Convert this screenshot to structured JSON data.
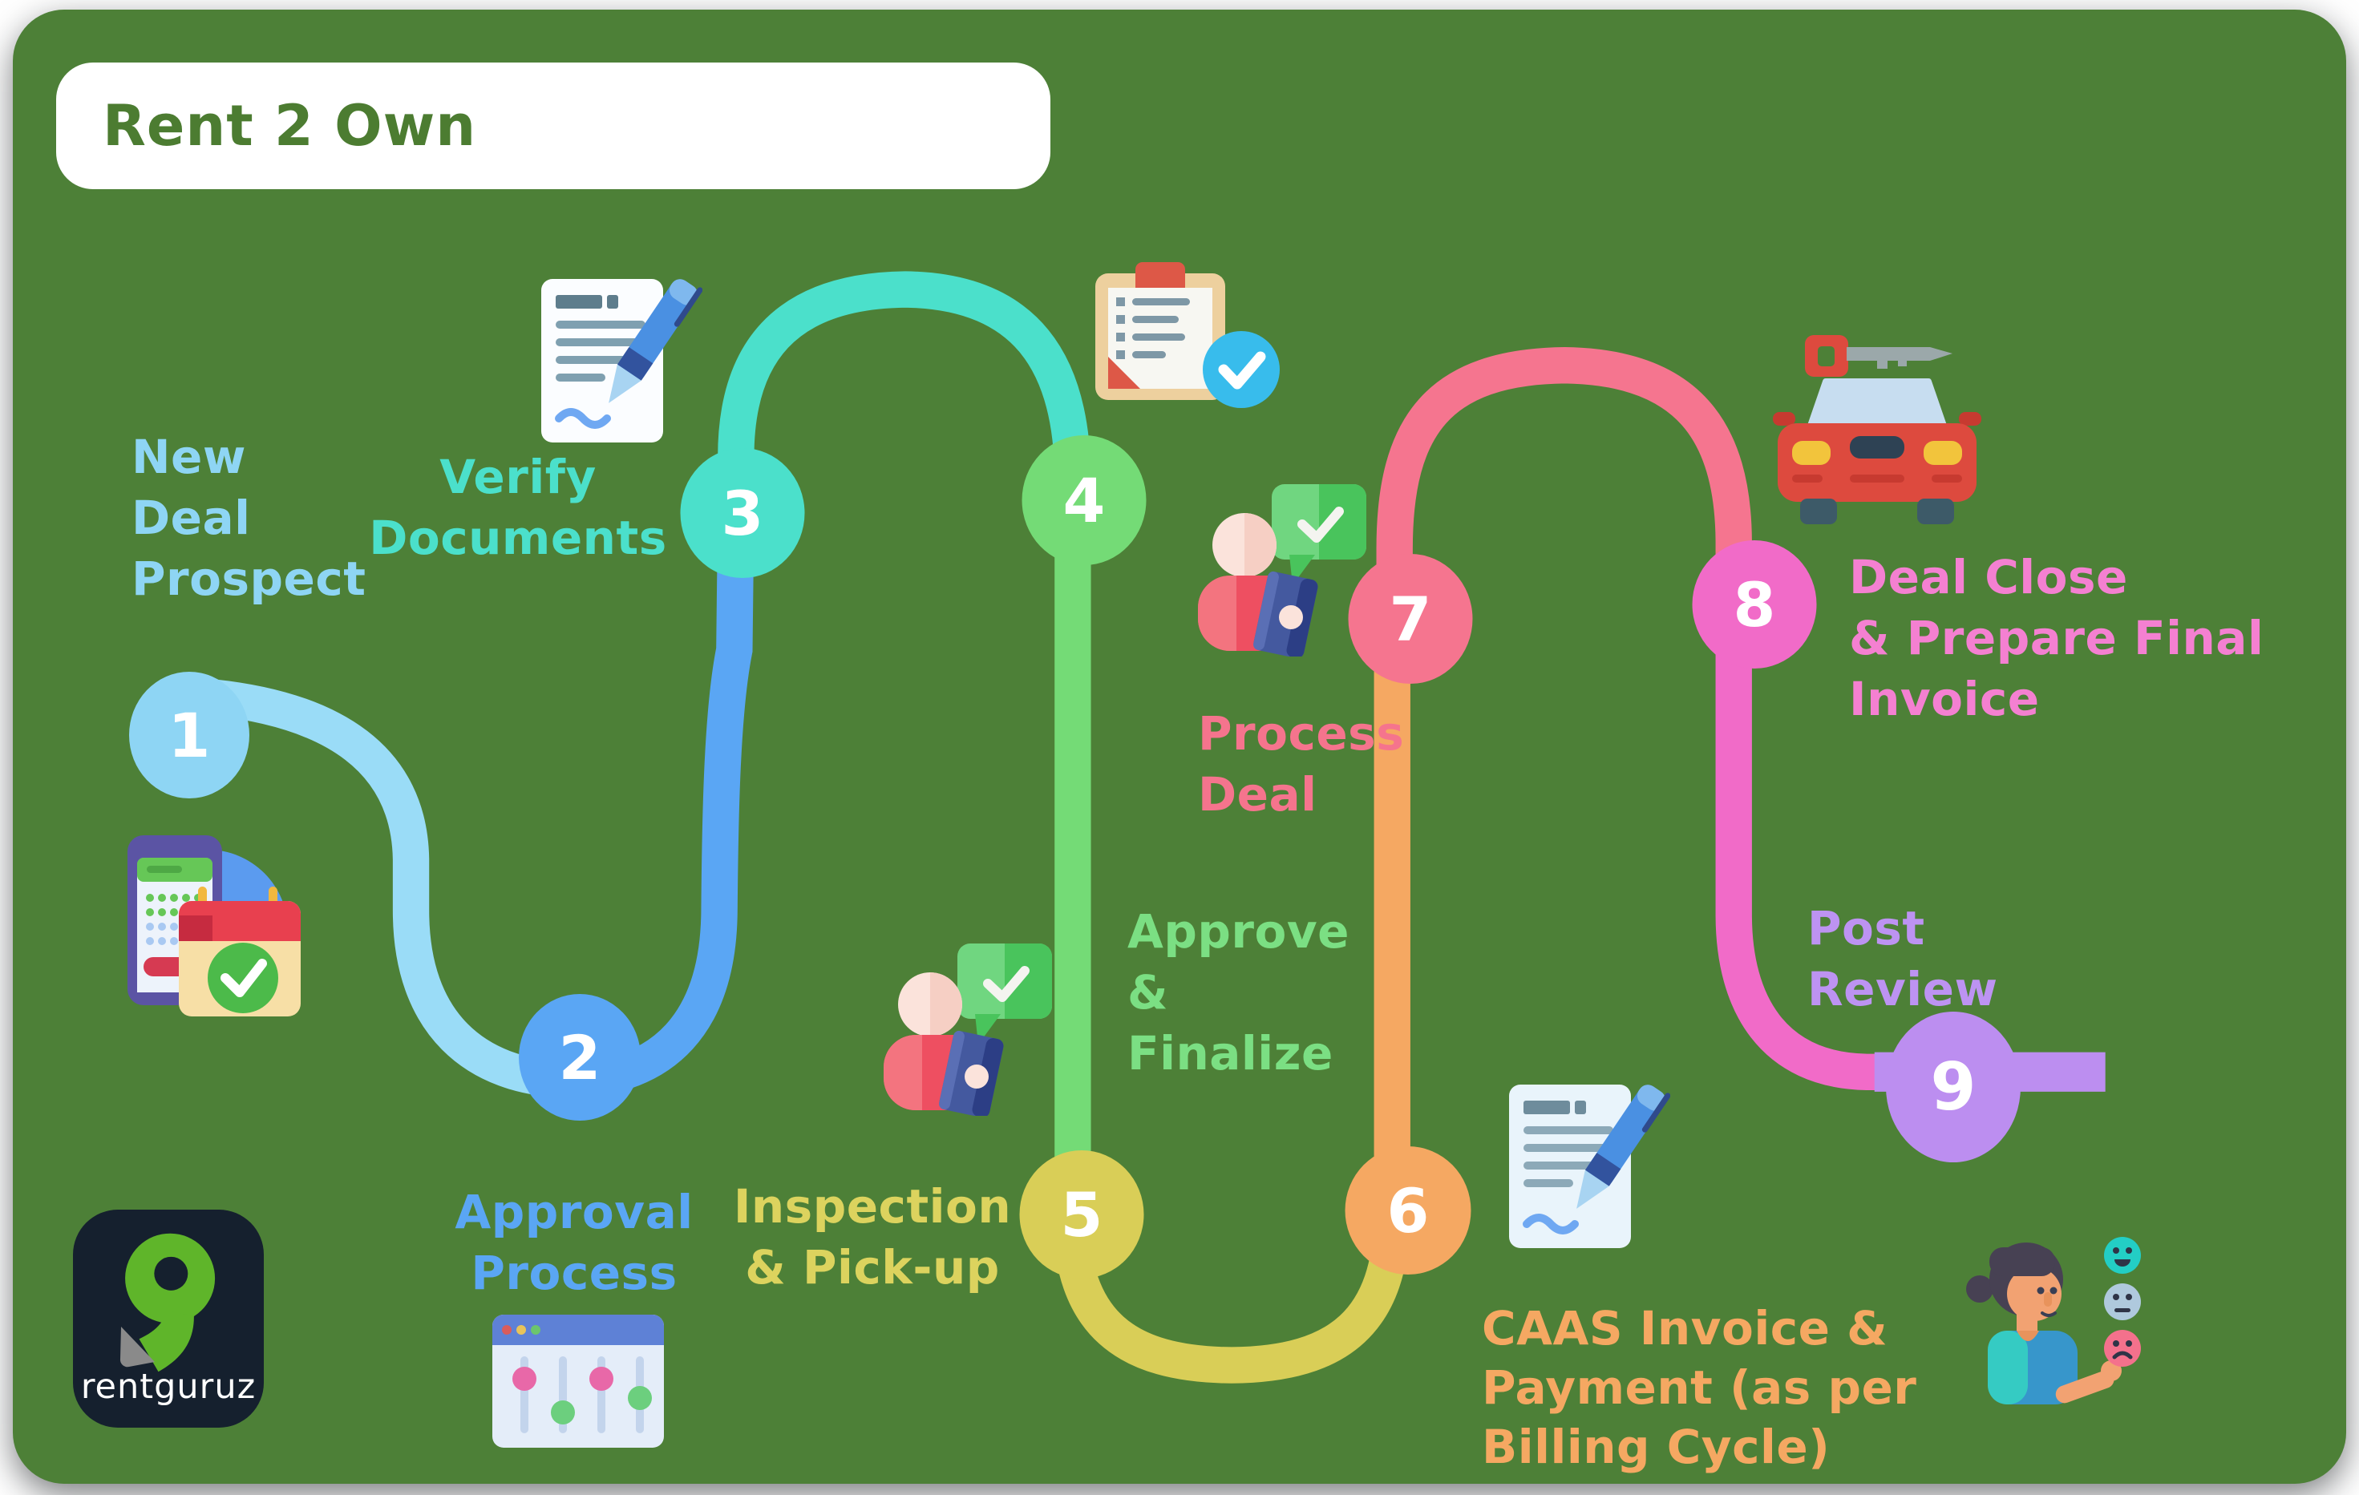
{
  "title": "Rent 2 Own",
  "brand": {
    "logo_text": "rentguruz",
    "logo_bg": "#15202E",
    "logo_mark_color": "#5FB52A"
  },
  "canvas": {
    "background": "#4D8037",
    "title_text_color": "#4C7C31"
  },
  "steps": [
    {
      "num": "1",
      "label": "New\nDeal\nProspect",
      "color": "#8ED5F4",
      "icon": "phone-calendar-icon"
    },
    {
      "num": "2",
      "label": "Approval\nProcess",
      "color": "#5AA6F4",
      "icon": "sliders-window-icon"
    },
    {
      "num": "3",
      "label": "Verify\nDocuments",
      "color": "#4BE0CB",
      "icon": "document-pen-icon"
    },
    {
      "num": "4",
      "label": "Approve\n&\nFinalize",
      "color": "#74DB76",
      "icon": "clipboard-check-icon"
    },
    {
      "num": "5",
      "label": "Inspection\n& Pick-up",
      "color": "#D9CE57",
      "icon": "person-check-icon"
    },
    {
      "num": "6",
      "label": "CAAS Invoice &\nPayment (as per\nBilling Cycle)",
      "color": "#F5A862",
      "icon": "invoice-pen-icon"
    },
    {
      "num": "7",
      "label": "Process\nDeal",
      "color": "#F5758F",
      "icon": "person-check-icon"
    },
    {
      "num": "8",
      "label": "Deal Close\n& Prepare Final\nInvoice",
      "color": "#F16BC8",
      "icon": "car-key-icon"
    },
    {
      "num": "9",
      "label": "Post\nReview",
      "color": "#BC8EF0",
      "icon": "customer-rating-icon"
    }
  ]
}
